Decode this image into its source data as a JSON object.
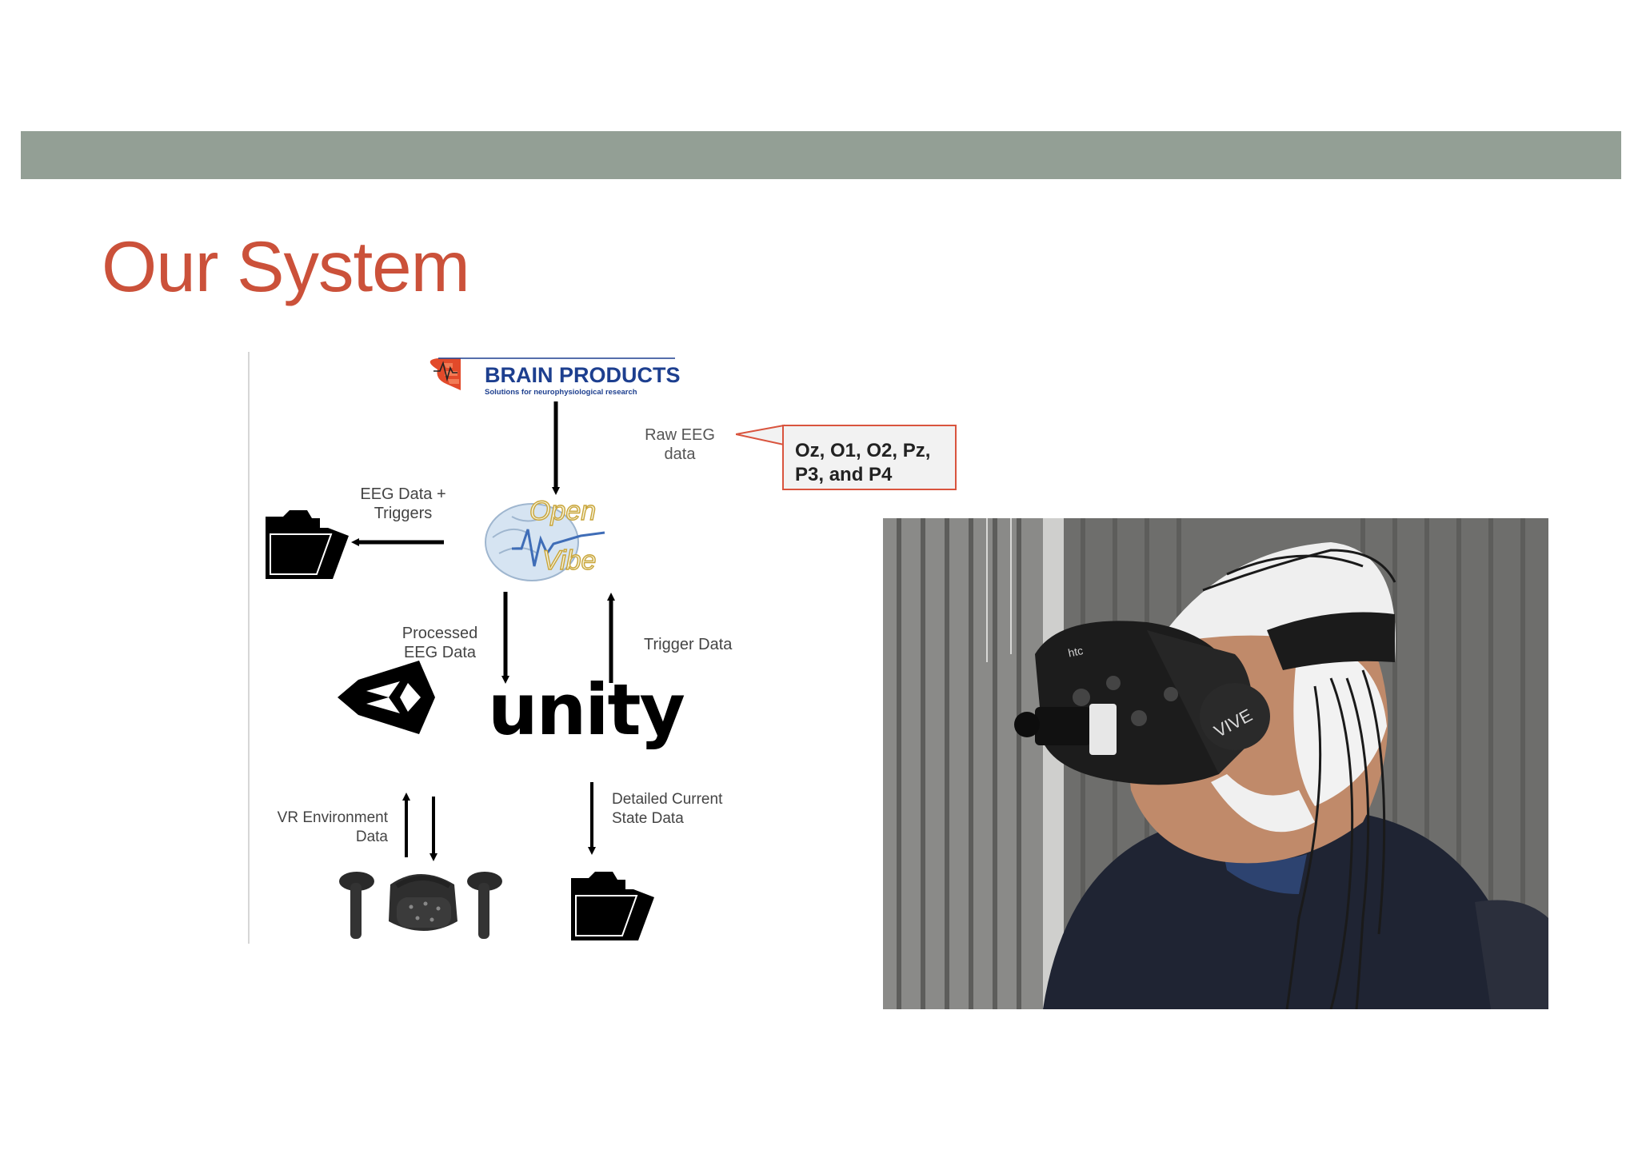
{
  "slide": {
    "title": "Our System"
  },
  "diagram": {
    "brain_products": {
      "name": "BRAIN PRODUCTS",
      "tagline": "Solutions for neurophysiological research"
    },
    "openvibe": {
      "word1": "Open",
      "word2": "Vibe"
    },
    "unity": {
      "name": "unity"
    },
    "labels": {
      "raw_eeg_line1": "Raw EEG",
      "raw_eeg_line2": "data",
      "eeg_triggers_line1": "EEG Data +",
      "eeg_triggers_line2": "Triggers",
      "processed_line1": "Processed",
      "processed_line2": "EEG Data",
      "trigger_data": "Trigger Data",
      "vr_env_line1": "VR Environment",
      "vr_env_line2": "Data",
      "detailed_line1": "Detailed Current",
      "detailed_line2": "State Data"
    }
  },
  "callout": {
    "line1": "Oz, O1, O2, Pz,",
    "line2": "P3, and P4"
  },
  "photo": {
    "headset_brand": "VIVE",
    "headset_maker": "htc"
  },
  "colors": {
    "title": "#cb513a",
    "band": "#939f95",
    "callout_border": "#d9543e",
    "brain_products_blue": "#1d3f8f",
    "brain_products_red": "#e24a2a"
  }
}
